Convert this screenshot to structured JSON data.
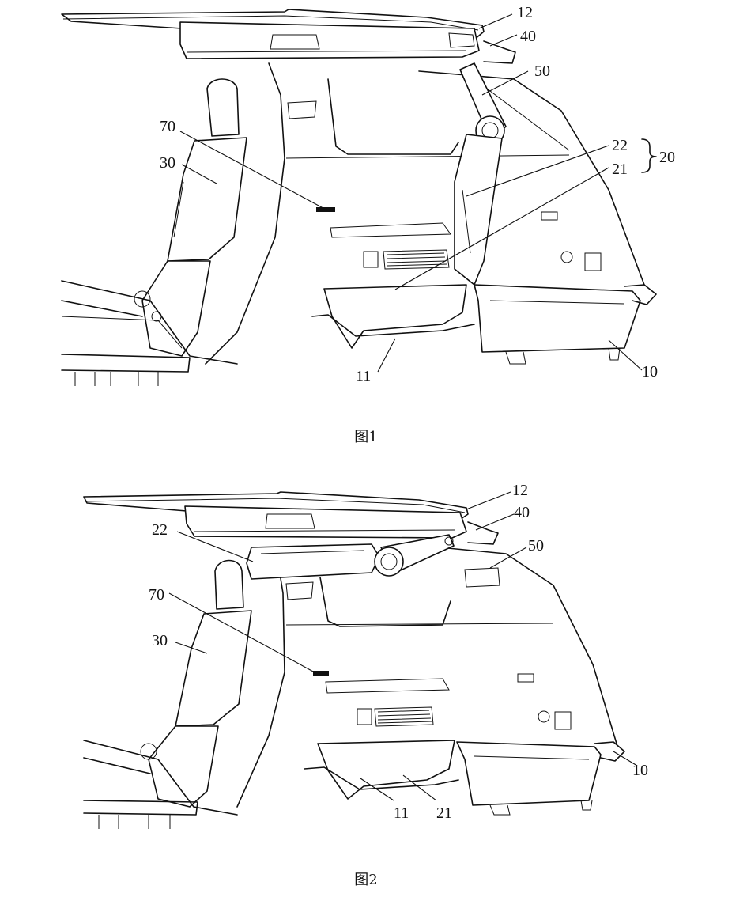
{
  "figure1": {
    "caption": "图1",
    "labels": {
      "l12": "12",
      "l40": "40",
      "l50": "50",
      "l70": "70",
      "l30": "30",
      "l22": "22",
      "l21": "21",
      "l20": "20",
      "l11": "11",
      "l10": "10"
    }
  },
  "figure2": {
    "caption": "图2",
    "labels": {
      "l12": "12",
      "l40": "40",
      "l22": "22",
      "l50": "50",
      "l70": "70",
      "l30": "30",
      "l11": "11",
      "l21": "21",
      "l10": "10"
    }
  }
}
